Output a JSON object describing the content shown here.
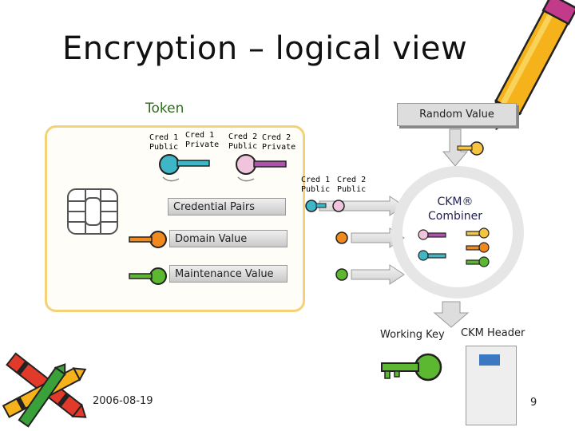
{
  "title": "Encryption – logical view",
  "token_label": "Token",
  "random_value_label": "Random Value",
  "token_creds": [
    {
      "line1": "Cred 1",
      "line2": "Public"
    },
    {
      "line1": "Cred 1",
      "line2": "Private"
    },
    {
      "line1": "Cred 2",
      "line2": "Public"
    },
    {
      "line1": "Cred 2",
      "line2": "Private"
    }
  ],
  "outside_creds": [
    {
      "line1": "Cred 1",
      "line2": "Public"
    },
    {
      "line1": "Cred 2",
      "line2": "Public"
    }
  ],
  "bars": {
    "credential_pairs": "Credential Pairs",
    "domain_value": "Domain Value",
    "maintenance_value": "Maintenance Value"
  },
  "combiner": {
    "line1": "CKM®",
    "line2": "Combiner"
  },
  "working_key_label": "Working Key",
  "ckm_header_label": "CKM Header",
  "footer": {
    "date": "2006-08-19",
    "page": "9"
  },
  "colors": {
    "key_cyan": "#3fb6c6",
    "key_pink": "#f0c4dd",
    "key_orange": "#f08a1e",
    "key_green": "#5cb830",
    "key_yellow": "#f5c542",
    "key_purple": "#b050b0",
    "token_border": "#f3d27a",
    "token_label": "#2d6b1c"
  },
  "icons": [
    "key-icon",
    "smart-card-chip-icon",
    "pencil-icon",
    "crayon-icon",
    "document-icon",
    "arrow-icon"
  ]
}
